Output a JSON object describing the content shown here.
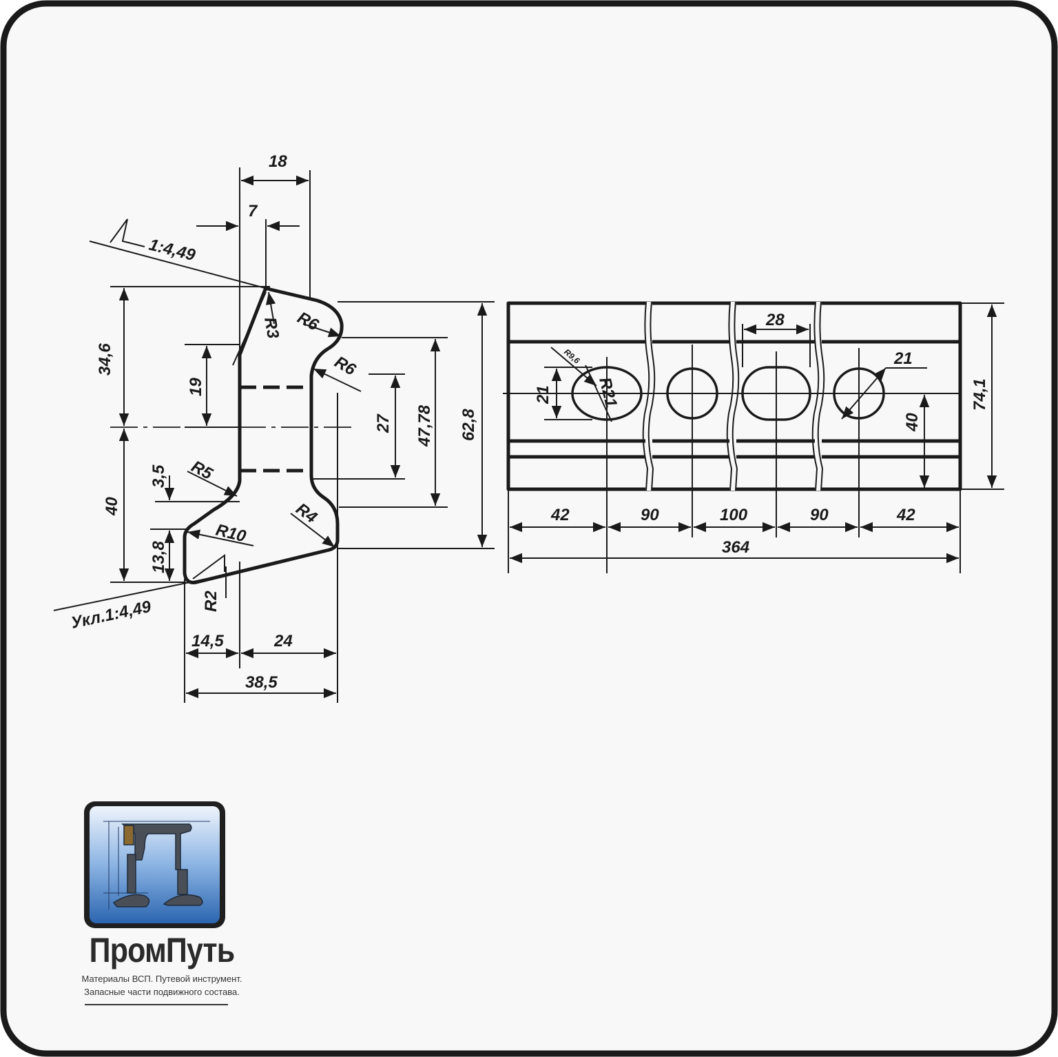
{
  "brand": {
    "name": "ПромПуть",
    "tagline_1": "Материалы ВСП. Путевой инструмент.",
    "tagline_2": "Запасные части подвижного состава."
  },
  "cross_section": {
    "slope_top": "1:4,49",
    "slope_bottom": "Укл.1:4,49",
    "dims": {
      "d18": "18",
      "d7": "7",
      "d34_6": "34,6",
      "d19": "19",
      "d40": "40",
      "d3_5": "3,5",
      "d13_8": "13,8",
      "d27": "27",
      "d47_78": "47,78",
      "d62_8": "62,8",
      "d14_5": "14,5",
      "d24": "24",
      "d38_5": "38,5"
    },
    "radii": {
      "r3": "R3",
      "r6a": "R6",
      "r6b": "R6",
      "r5": "R5",
      "r10": "R10",
      "r4": "R4",
      "r2": "R2"
    }
  },
  "front_view": {
    "dims": {
      "d28": "28",
      "d21_left": "21",
      "d21_right": "21",
      "r9_6": "R9,6",
      "r21": "R21",
      "d40": "40",
      "d74_1": "74,1",
      "s42a": "42",
      "s90a": "90",
      "s100": "100",
      "s90b": "90",
      "s42b": "42",
      "total": "364"
    }
  },
  "colors": {
    "frame": "#1a1a1a",
    "logo_bg_top": "#e8f1fb",
    "logo_bg_bottom": "#2e6db5"
  }
}
